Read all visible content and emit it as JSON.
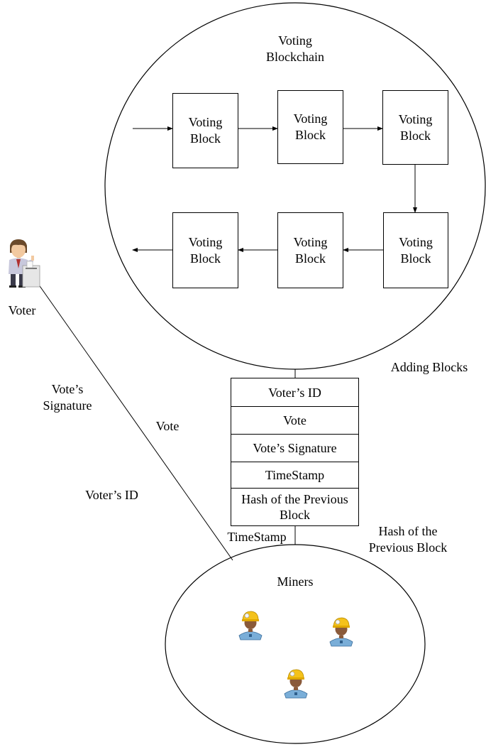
{
  "blockchain": {
    "title": "Voting\nBlockchain",
    "blocks": [
      {
        "label": "Voting\nBlock"
      },
      {
        "label": "Voting\nBlock"
      },
      {
        "label": "Voting\nBlock"
      },
      {
        "label": "Voting\nBlock"
      },
      {
        "label": "Voting\nBlock"
      },
      {
        "label": "Voting\nBlock"
      }
    ]
  },
  "voter": {
    "label": "Voter"
  },
  "new_block": {
    "fields": [
      "Voter’s ID",
      "Vote",
      "Vote’s Signature",
      "TimeStamp",
      "Hash of the Previous\nBlock"
    ]
  },
  "labels": {
    "adding_blocks": "Adding Blocks",
    "vote_signature": "Vote’s\nSignature",
    "vote": "Vote",
    "voter_id": "Voter’s ID",
    "timestamp": "TimeStamp",
    "hash_prev": "Hash of the\nPrevious Block"
  },
  "miners": {
    "title": "Miners",
    "count": 3
  }
}
